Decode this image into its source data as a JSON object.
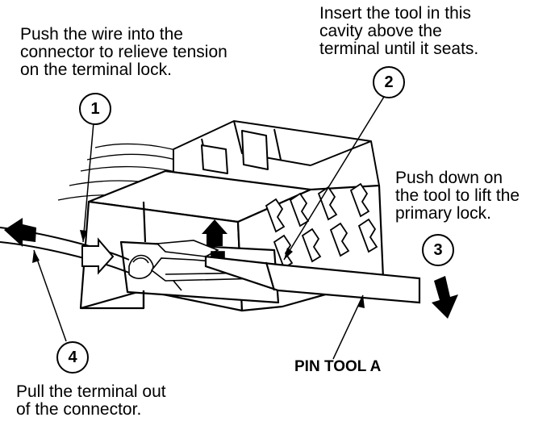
{
  "callouts": [
    {
      "number": "1",
      "lines": [
        "Push the wire into the",
        "connector to relieve tension",
        "on the terminal lock."
      ]
    },
    {
      "number": "2",
      "lines": [
        "Insert the tool in this",
        "cavity above the",
        "terminal until it seats."
      ]
    },
    {
      "number": "3",
      "lines": [
        "Push down on",
        "the tool to lift the",
        "primary lock."
      ]
    },
    {
      "number": "4",
      "lines": [
        "Pull the terminal out",
        "of the connector."
      ]
    }
  ],
  "tool_label": "PIN TOOL A"
}
